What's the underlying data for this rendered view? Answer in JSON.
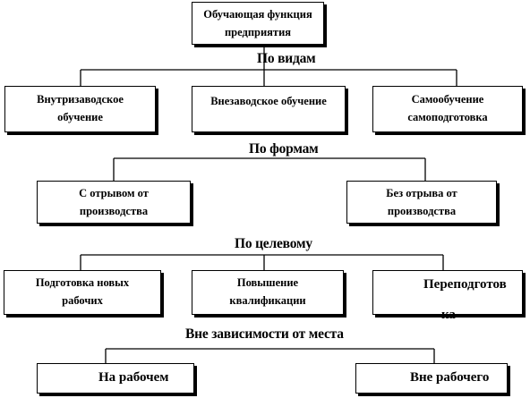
{
  "root": "Обучающая функция\nпредприятия",
  "sections": [
    {
      "title": "По видам",
      "boxes": [
        "Внутризаводское\nобучение",
        "Внезаводское обучение",
        "Самообучение\nсамоподготовка"
      ]
    },
    {
      "title": "По формам",
      "boxes": [
        "С отрывом от\nпроизводства",
        "Без отрыва от\nпроизводства"
      ]
    },
    {
      "title": "По целевому",
      "boxes": [
        "Подготовка новых\nрабочих",
        "Повышение\nквалификации",
        "Переподготов",
        "ка"
      ]
    },
    {
      "title": "Вне зависимости от места",
      "boxes": [
        "На рабочем",
        "Вне рабочего"
      ]
    }
  ]
}
